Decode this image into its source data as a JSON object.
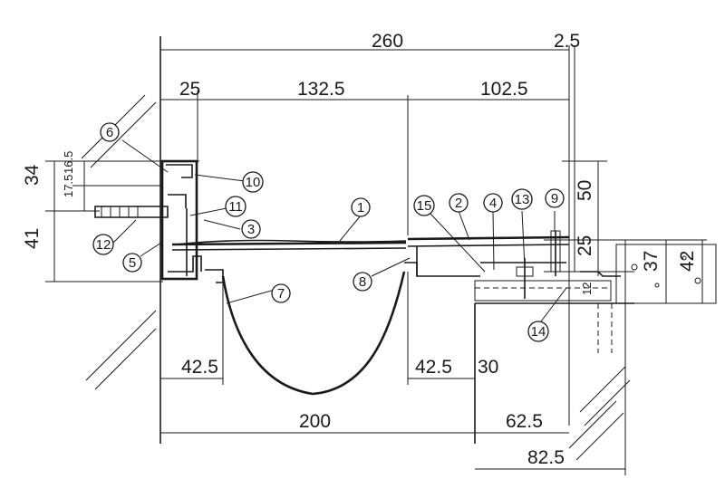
{
  "dimensions": {
    "top_total": "260",
    "top_right_offset": "2.5",
    "left_flange": "25",
    "middle_width": "132.5",
    "right_width": "102.5",
    "height_34": "34",
    "height_16_5": "16.5",
    "height_17_5": "17.5",
    "height_41": "41",
    "height_50": "50",
    "height_25": "25",
    "height_37": "37",
    "height_42": "42",
    "height_12": "12",
    "bottom_left_42_5": "42.5",
    "bottom_right_42_5": "42.5",
    "bottom_30": "30",
    "bottom_200": "200",
    "bottom_62_5": "62.5",
    "bottom_82_5": "82.5"
  },
  "callouts": {
    "c1": "1",
    "c2": "2",
    "c3": "3",
    "c4": "4",
    "c5": "5",
    "c6": "6",
    "c7": "7",
    "c8": "8",
    "c9": "9",
    "c10": "10",
    "c11": "11",
    "c12": "12",
    "c13": "13",
    "c14": "14",
    "c15": "15"
  }
}
